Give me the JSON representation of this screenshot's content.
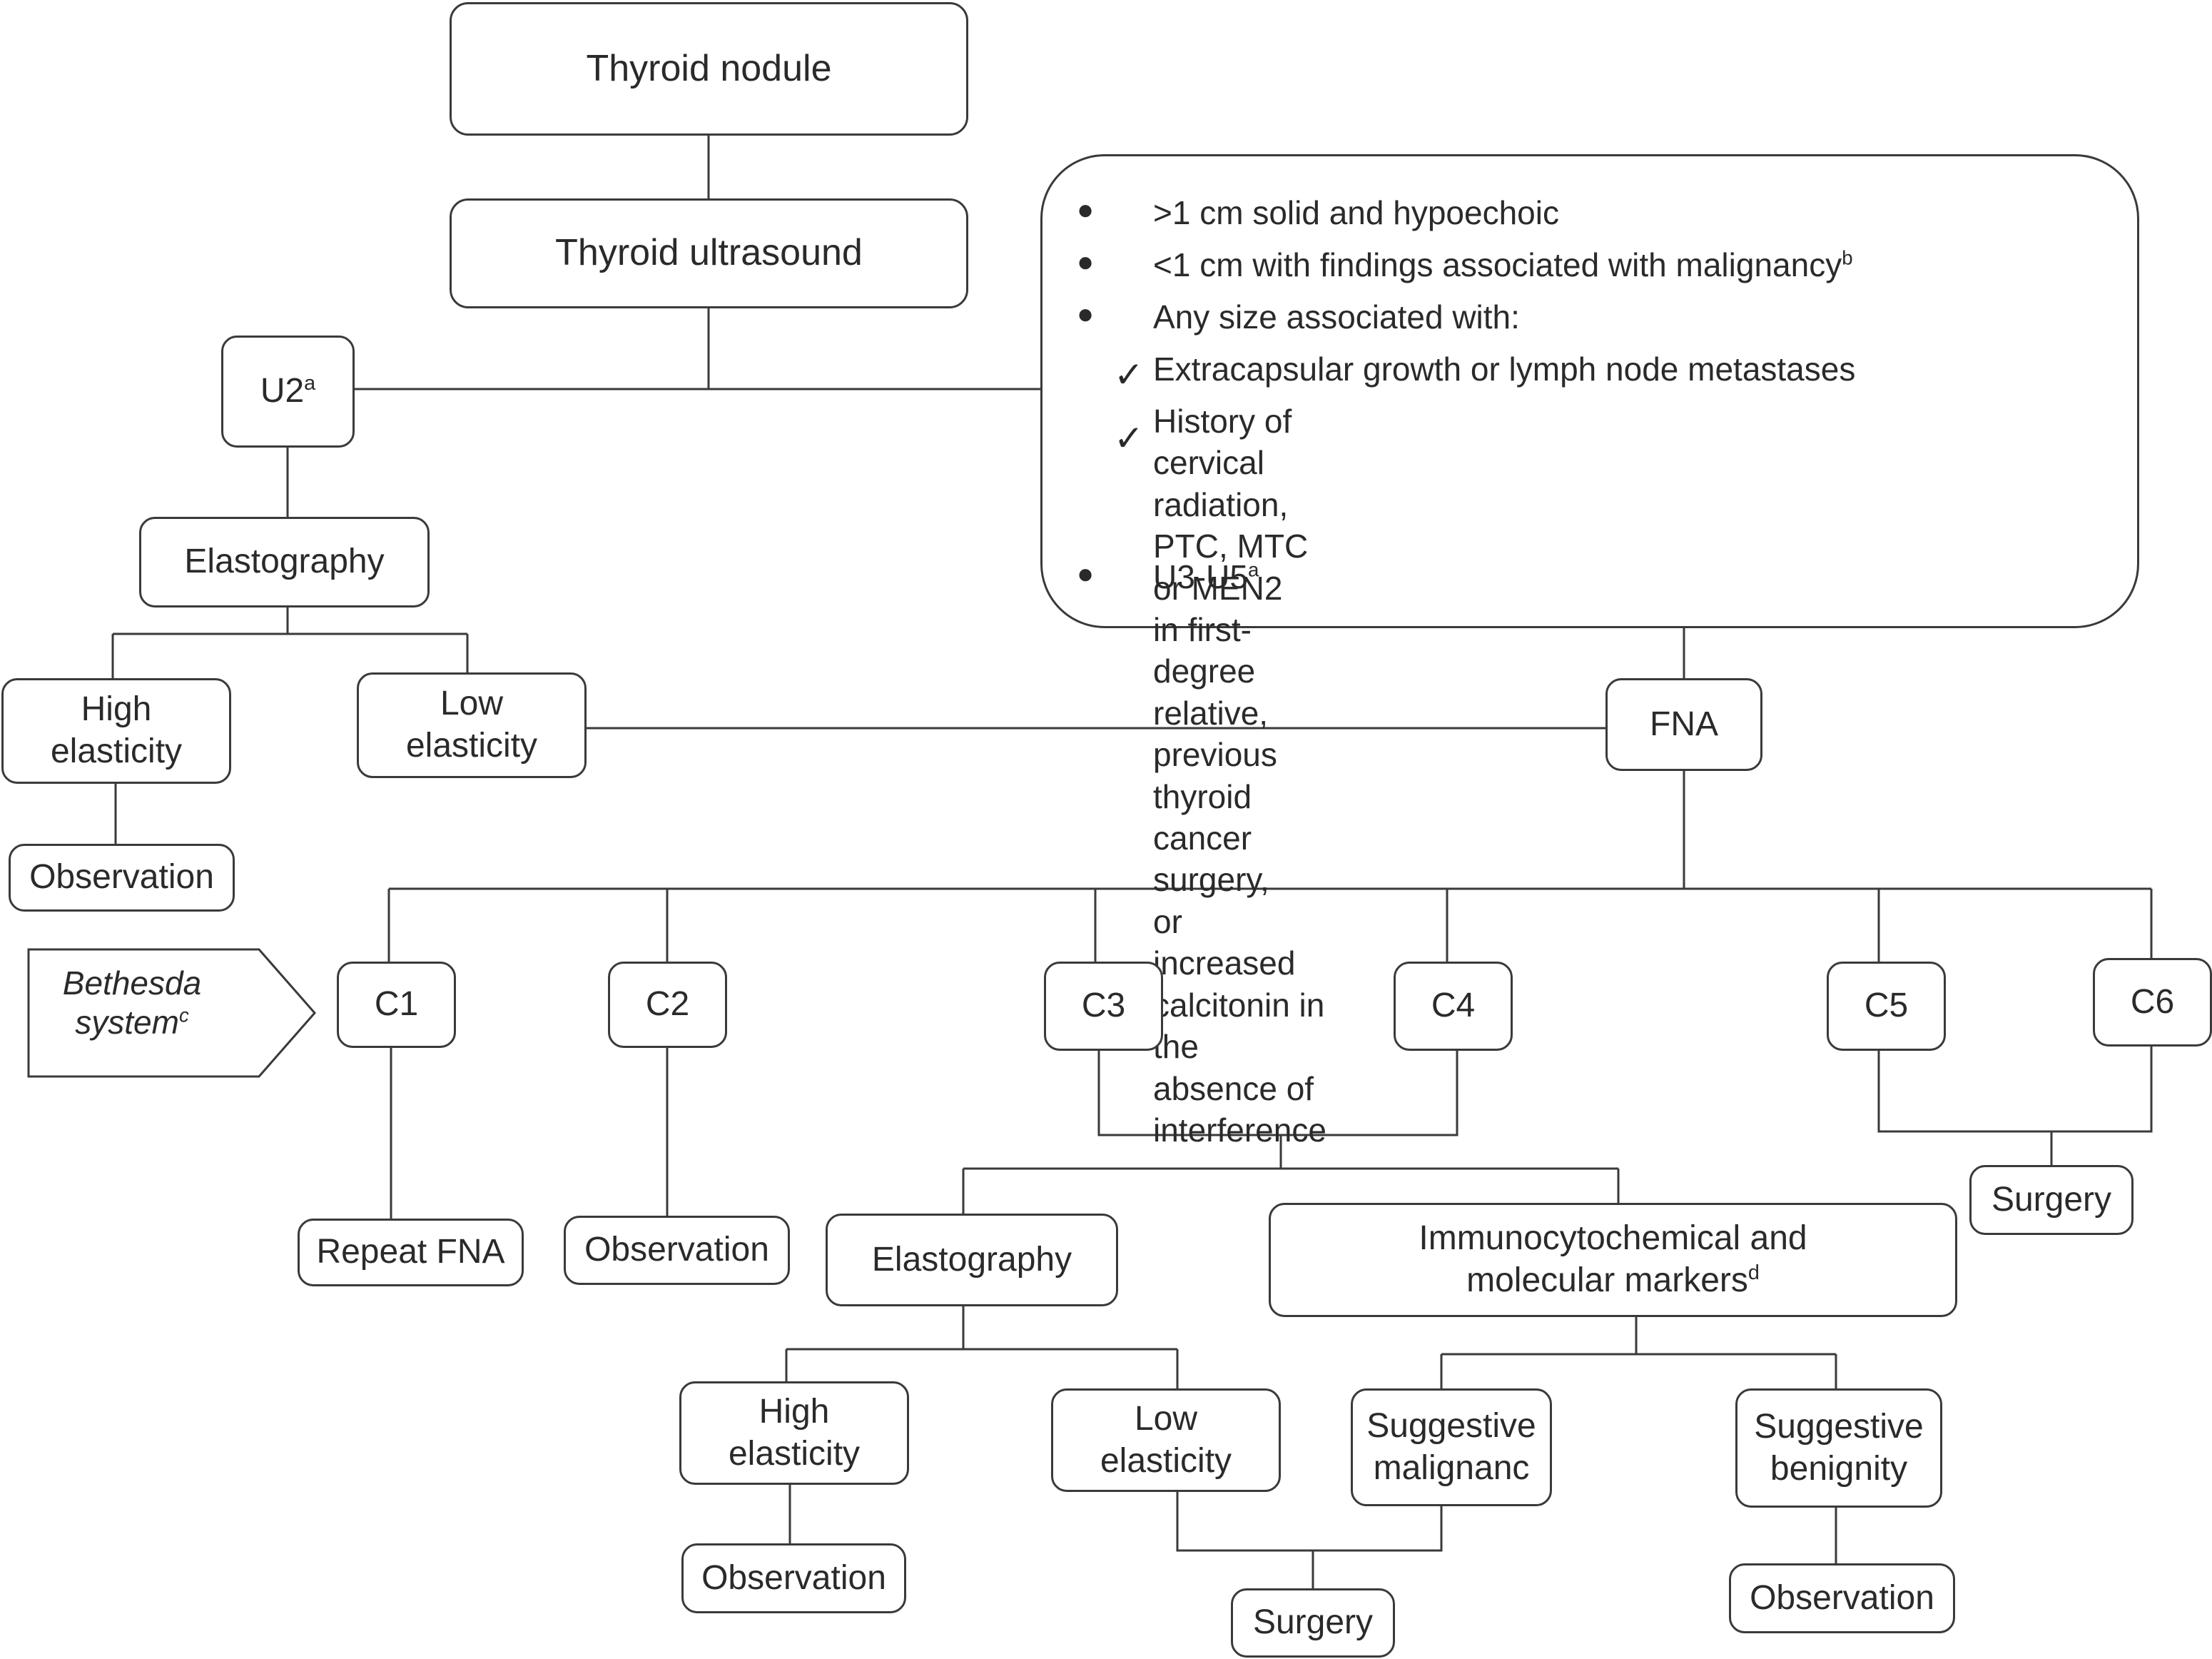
{
  "nodes": {
    "thyroid_nodule": "Thyroid nodule",
    "thyroid_ultrasound": "Thyroid ultrasound",
    "u2": "U2",
    "u2_sup": "a",
    "elastography_top": "Elastography",
    "high_elasticity_top": "High\nelasticity",
    "low_elasticity_top": "Low\nelasticity",
    "observation_top": "Observation",
    "fna": "FNA",
    "c1": "C1",
    "c2": "C2",
    "c3": "C3",
    "c4": "C4",
    "c5": "C5",
    "c6": "C6",
    "repeat_fna": "Repeat FNA",
    "observation_c2": "Observation",
    "elastography_bottom": "Elastography",
    "markers": "Immunocytochemical and\nmolecular markers",
    "markers_sup": "d",
    "surgery_c56": "Surgery",
    "high_elasticity_bottom": "High\nelasticity",
    "low_elasticity_bottom": "Low\nelasticity",
    "suggestive_malignancy": "Suggestive\nmalignanc",
    "suggestive_benignity": "Suggestive\nbenignity",
    "observation_high": "Observation",
    "surgery_bottom": "Surgery",
    "observation_benign": "Observation"
  },
  "criteria": {
    "item1": ">1 cm solid and hypoechoic",
    "item2": "<1 cm with findings associated with malignancy",
    "item2_sup": "b",
    "item3": "Any size associated with:",
    "sub1": "Extracapsular growth or lymph node metastases",
    "sub2": "History of cervical radiation, PTC, MTC or MEN2\nin first-degree relative, previous thyroid cancer surgery,\nor increased calcitonin in the absence of interference",
    "item4": "U3-U5",
    "item4_sup": "a"
  },
  "bethesda": {
    "line1": "Bethesda",
    "line2": "system",
    "sup": "c"
  }
}
